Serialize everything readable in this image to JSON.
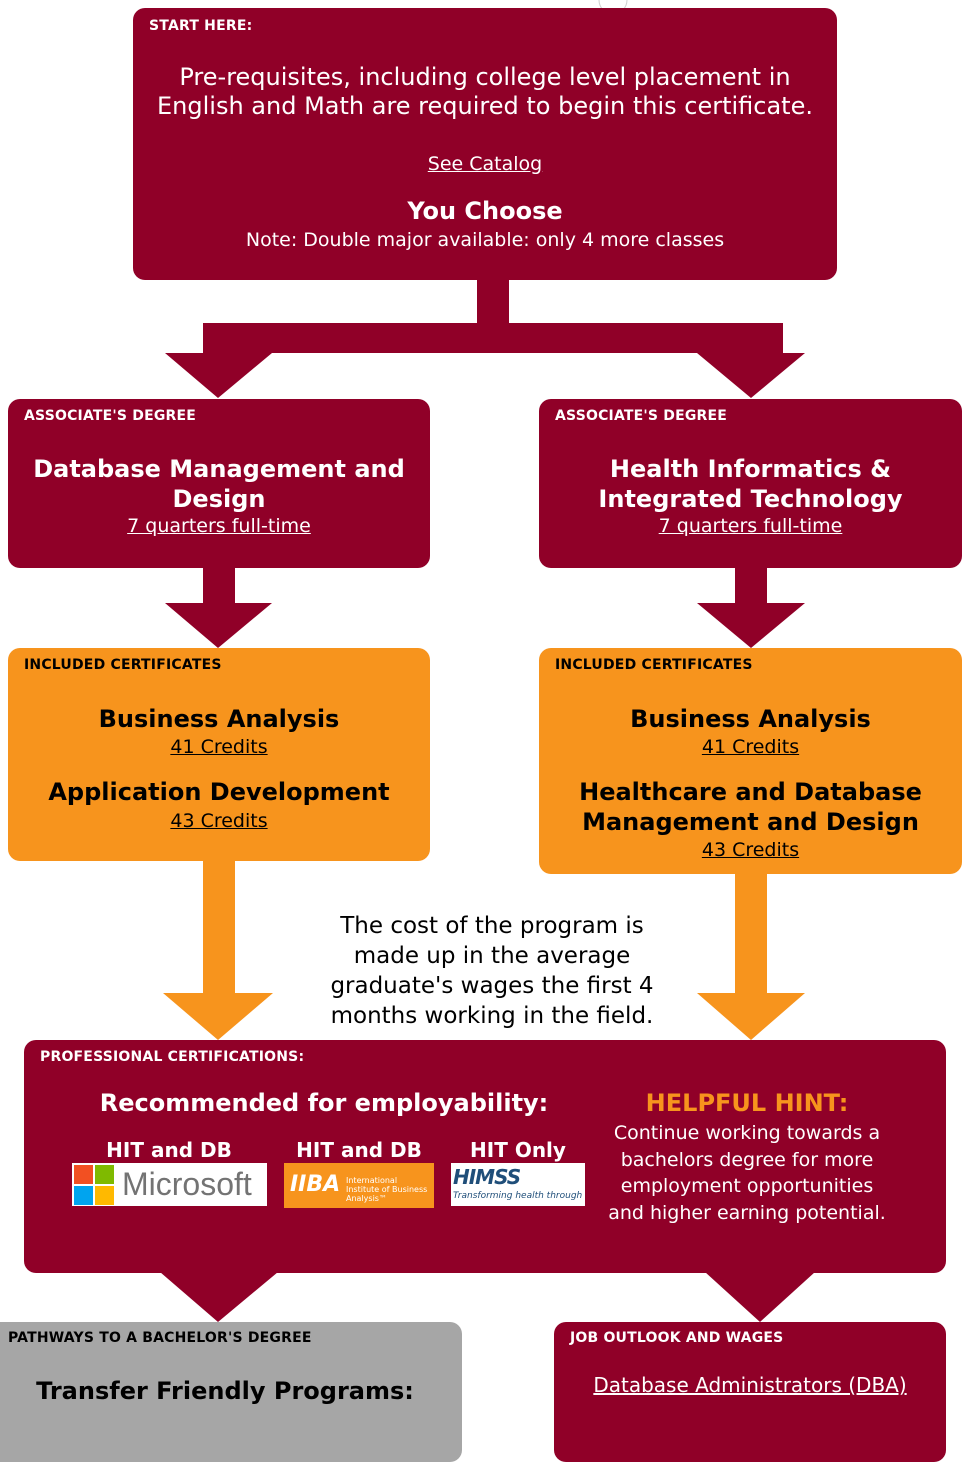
{
  "start": {
    "tag": "START HERE:",
    "text": "Pre-requisites, including college level placement in English and Math are required to begin this certificate.",
    "catalog_link": "See Catalog",
    "choose": "You Choose",
    "note": "Note: Double major available: only 4 more classes"
  },
  "degrees": [
    {
      "tag": "ASSOCIATE'S DEGREE",
      "title": "Database Management and Design",
      "duration": "7 quarters full-time"
    },
    {
      "tag": "ASSOCIATE'S DEGREE",
      "title": "Health Informatics & Integrated Technology",
      "duration": "7 quarters full-time"
    }
  ],
  "certificates": [
    {
      "tag": "INCLUDED CERTIFICATES",
      "items": [
        {
          "name": "Business Analysis",
          "credits": "41 Credits"
        },
        {
          "name": "Application Development",
          "credits": "43 Credits"
        }
      ]
    },
    {
      "tag": "INCLUDED CERTIFICATES",
      "items": [
        {
          "name": "Business Analysis",
          "credits": "41 Credits"
        },
        {
          "name": "Healthcare and Database Management and Design",
          "credits": "43 Credits"
        }
      ]
    }
  ],
  "cost_note": "The cost of the program is made up in the average graduate's wages the first 4 months working in the field.",
  "professional": {
    "tag": "PROFESSIONAL CERTIFICATIONS:",
    "heading": "Recommended for employability:",
    "certs": [
      {
        "label": "HIT and DB",
        "logo_text": "Microsoft"
      },
      {
        "label": "HIT and DB",
        "logo_text": "IIBA",
        "logo_sub": "International Institute of Business Analysis™"
      },
      {
        "label": "HIT Only",
        "logo_text": "HIMSS",
        "logo_sub": "Transforming health through IT"
      }
    ],
    "hint_title": "HELPFUL HINT:",
    "hint_text": "Continue working towards a bachelors degree for more employment opportunities and higher earning potential."
  },
  "pathways": {
    "tag": "PATHWAYS TO A BACHELOR'S DEGREE",
    "heading": "Transfer Friendly Programs:"
  },
  "jobs": {
    "tag": "JOB OUTLOOK AND WAGES",
    "link": "Database Administrators (DBA)"
  },
  "colors": {
    "maroon": "#900028",
    "orange": "#f7941d",
    "gray": "#a6a6a6",
    "hint": "#f7941d"
  }
}
